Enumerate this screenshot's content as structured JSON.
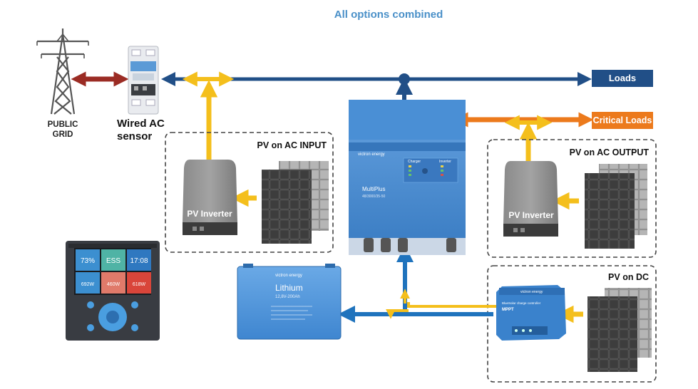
{
  "title": "All options combined",
  "labels": {
    "public_grid": [
      "PUBLIC",
      "GRID"
    ],
    "sensor": [
      "Wired AC",
      "sensor"
    ],
    "loads": "Loads",
    "critical_loads": "Critical Loads",
    "pv_ac_input": "PV on AC INPUT",
    "pv_ac_output": "PV on AC OUTPUT",
    "pv_dc": "PV on DC",
    "pv_inverter": "PV Inverter"
  },
  "gx_display": {
    "tiles": [
      "73%",
      "ESS",
      "17:08",
      "692W",
      "460W",
      "618W"
    ],
    "tile_colors": [
      "#3c8fd0",
      "#4fb3a5",
      "#2f78c0",
      "#3c8fd0",
      "#e07a6a",
      "#d9453a"
    ]
  },
  "multiplus": {
    "brand": "victron energy",
    "name": "MultiPlus",
    "model": "48/3000/35-50",
    "panel_left": "Charger",
    "panel_right": "Inverter"
  },
  "battery": {
    "brand": "victron energy",
    "name": "Lithium",
    "spec": "12,8V-200Ah"
  },
  "mppt": {
    "brand": "victron energy",
    "name": "BlueSolar charge controller",
    "type": "MPPT"
  },
  "colors": {
    "ac_line": "#214f87",
    "dc_line": "#1f73bd",
    "pv_arrow": "#f4bf1c",
    "grid_arrow": "#9b2c24",
    "critical_arrow": "#ec7a1c",
    "loads_tag": "#214f87",
    "critical_tag": "#ec7a1c"
  }
}
